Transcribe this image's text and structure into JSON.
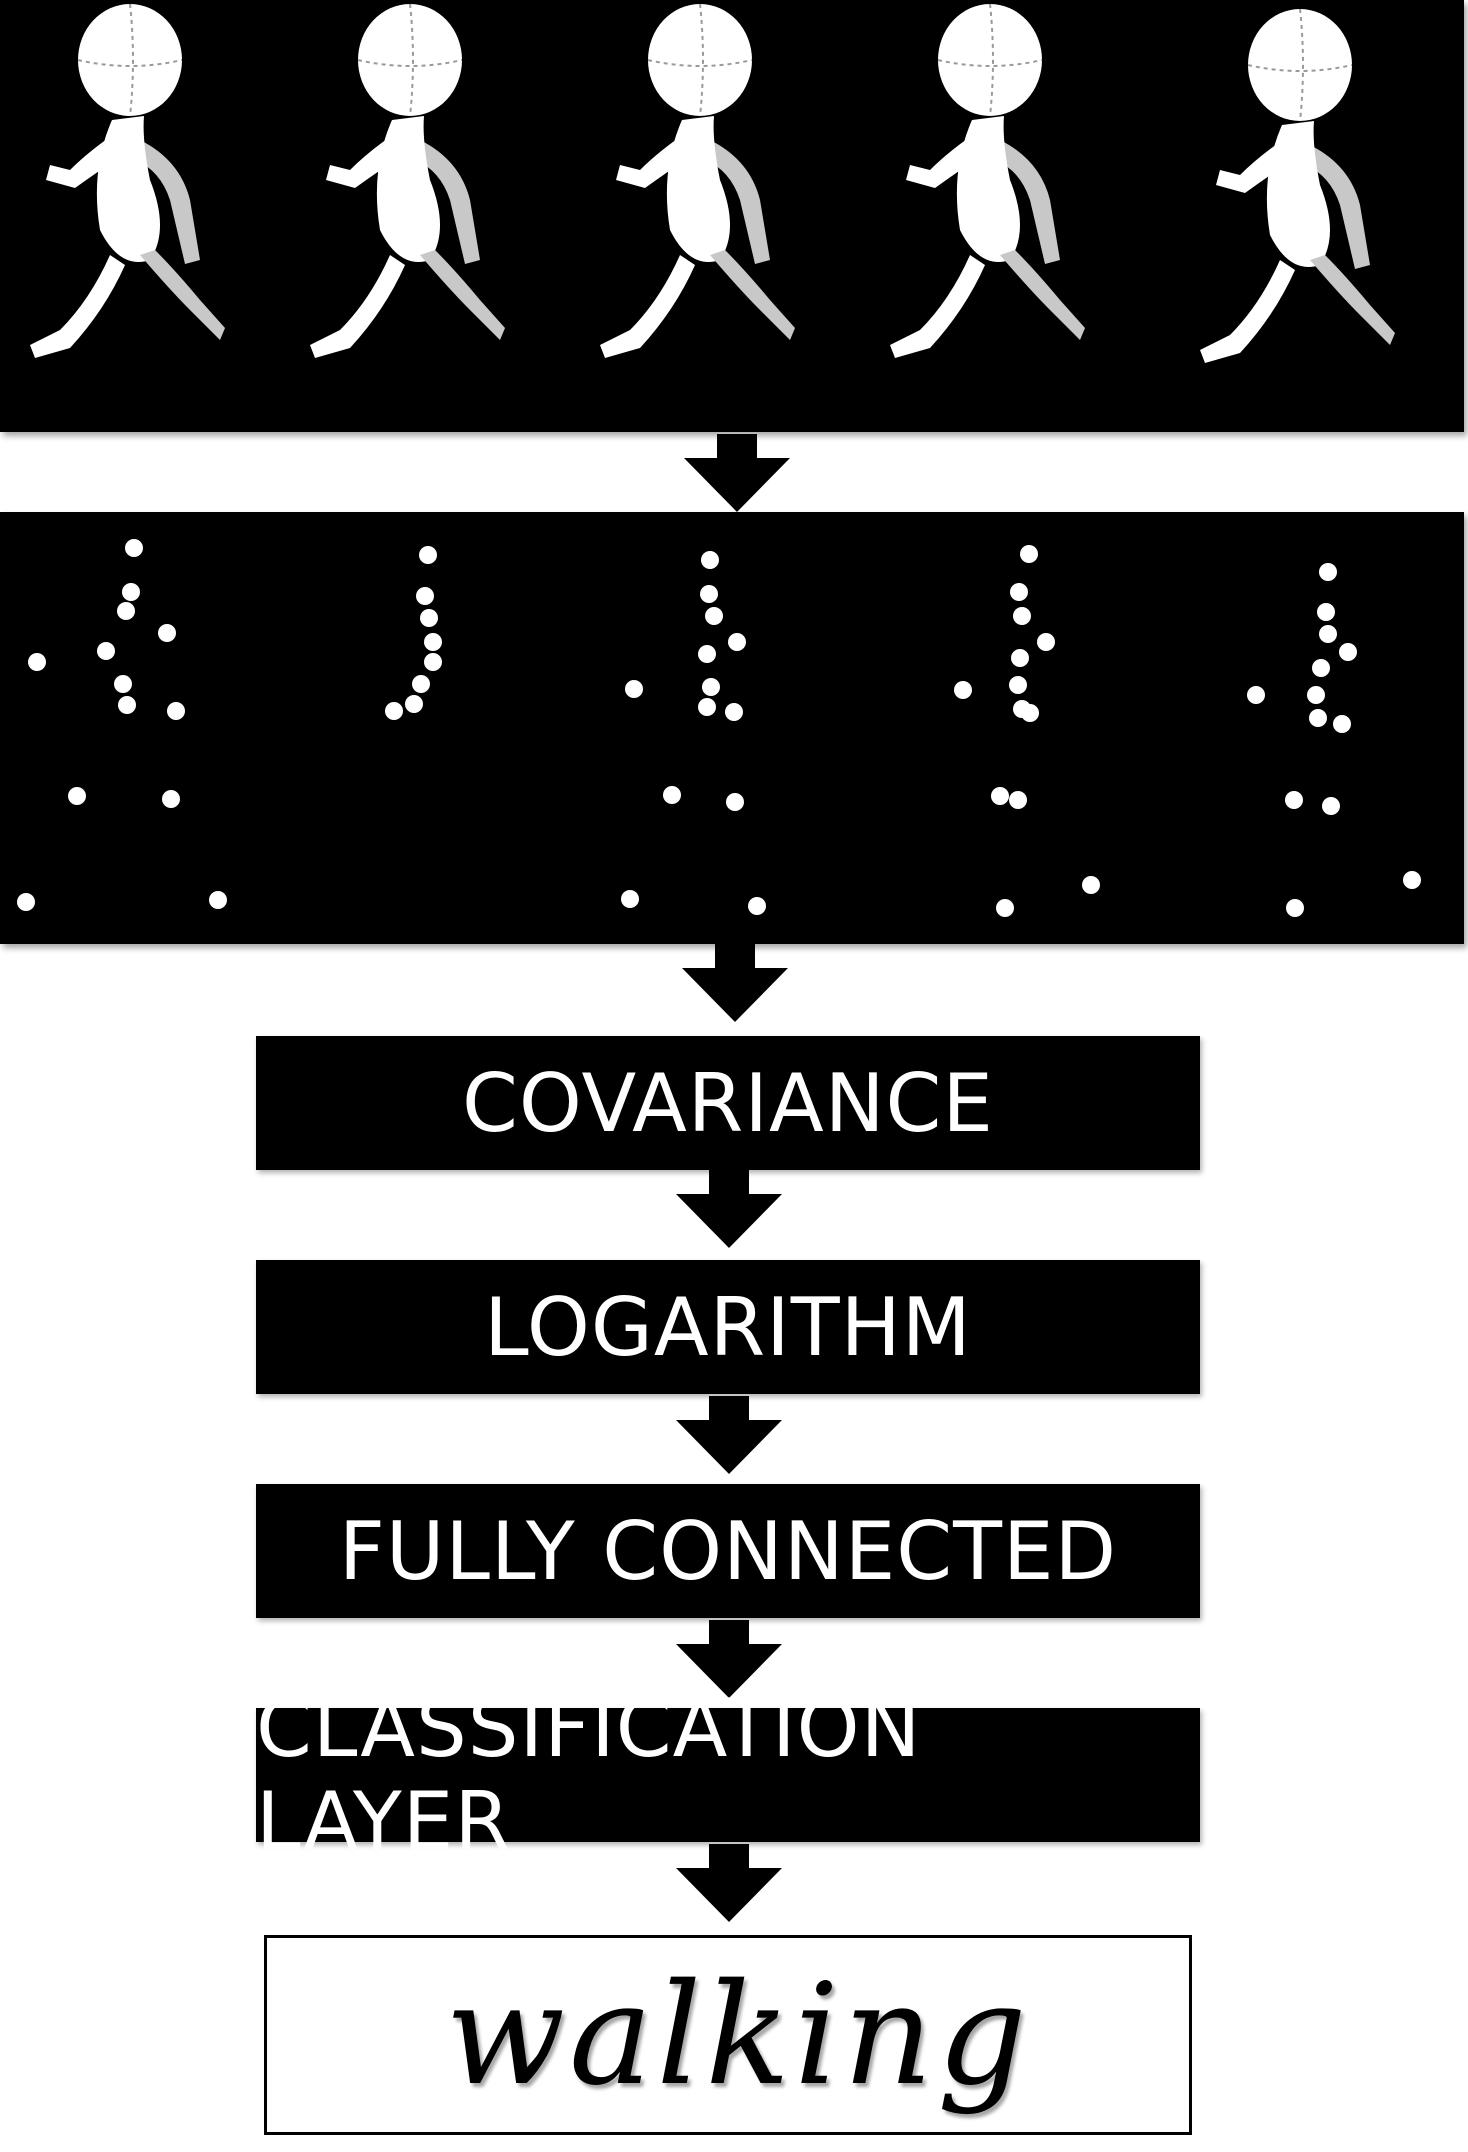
{
  "colors": {
    "panel": "#000000",
    "box": "#000000",
    "box_text": "#ffffff",
    "figure": "#ffffff",
    "limb_shade": "#c8c8c8"
  },
  "frames": {
    "count": 5,
    "icon": "walking-figure-icon"
  },
  "skeleton_points": {
    "icon": "joint-dot-icon"
  },
  "pipeline": {
    "stages": [
      {
        "label": "COVARIANCE"
      },
      {
        "label": "LOGARITHM"
      },
      {
        "label": "FULLY CONNECTED"
      },
      {
        "label": "CLASSIFICATION LAYER"
      }
    ],
    "output_label": "walking"
  },
  "arrows": {
    "icon": "down-arrow-icon"
  }
}
